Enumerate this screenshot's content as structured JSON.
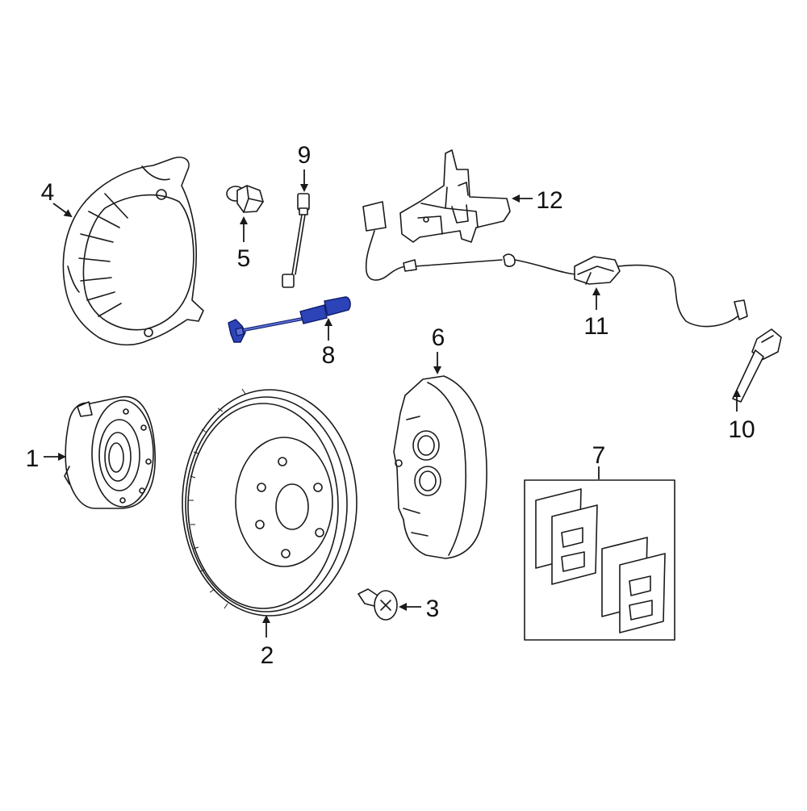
{
  "colors": {
    "line": "#1a1a1a",
    "highlight": "#2d43b8",
    "background": "#ffffff"
  },
  "callouts": [
    {
      "id": "1",
      "label": "1"
    },
    {
      "id": "2",
      "label": "2"
    },
    {
      "id": "3",
      "label": "3"
    },
    {
      "id": "4",
      "label": "4"
    },
    {
      "id": "5",
      "label": "5"
    },
    {
      "id": "6",
      "label": "6"
    },
    {
      "id": "7",
      "label": "7"
    },
    {
      "id": "8",
      "label": "8"
    },
    {
      "id": "9",
      "label": "9"
    },
    {
      "id": "10",
      "label": "10"
    },
    {
      "id": "11",
      "label": "11"
    },
    {
      "id": "12",
      "label": "12"
    }
  ],
  "highlighted_part": "8"
}
